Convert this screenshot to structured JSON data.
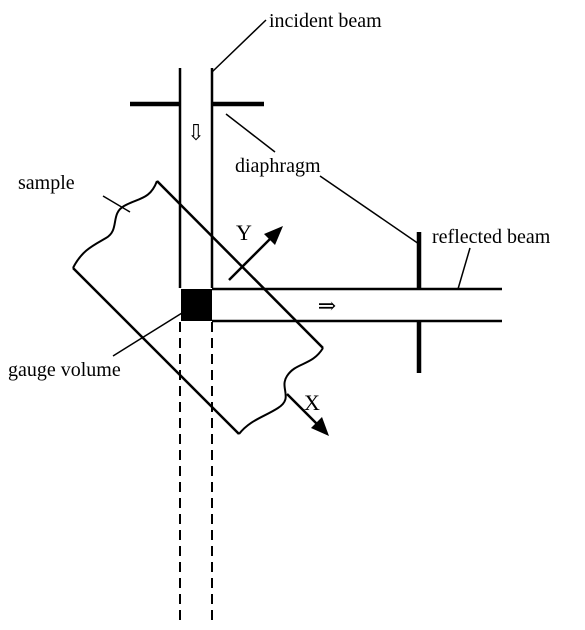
{
  "labels": {
    "incident_beam": "incident beam",
    "diaphragm": "diaphragm",
    "sample": "sample",
    "reflected_beam": "reflected beam",
    "gauge_volume": "gauge volume",
    "y_axis": "Y",
    "x_axis": "X"
  },
  "arrows": {
    "incident_direction": "⇩",
    "reflected_direction": "⇒"
  },
  "colors": {
    "ink": "#000000",
    "background": "#ffffff"
  }
}
